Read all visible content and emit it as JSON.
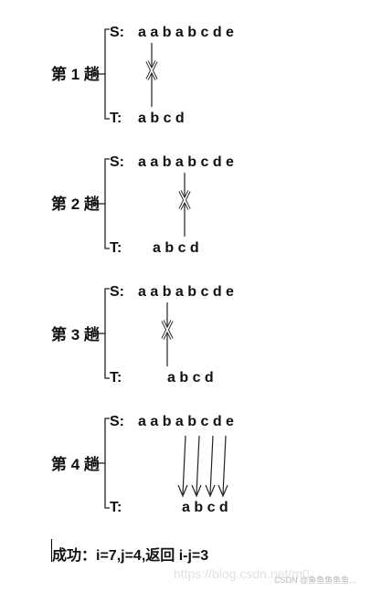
{
  "passes": [
    {
      "label": "第 1 趟",
      "s_label": "S:",
      "s_text": "a a b a b c d e",
      "t_label": "T:",
      "t_text": "a b c d",
      "result": "mismatch"
    },
    {
      "label": "第 2 趟",
      "s_label": "S:",
      "s_text": "a a b a b c d e",
      "t_label": "T:",
      "t_text": "a b c d",
      "result": "mismatch"
    },
    {
      "label": "第 3 趟",
      "s_label": "S:",
      "s_text": "a a b a b c d e",
      "t_label": "T:",
      "t_text": "a b c d",
      "result": "mismatch"
    },
    {
      "label": "第 4 趟",
      "s_label": "S:",
      "s_text": "a a b a b c d e",
      "t_label": "T:",
      "t_text": "a b c d",
      "result": "match"
    }
  ],
  "conclusion": "成功：i=7,j=4,返回 i-j=3",
  "watermark": {
    "url_text": "https://blog.csdn.net/m0_...",
    "csdn_text": "CSDN @鱼鱼鱼鱼鱼..."
  }
}
